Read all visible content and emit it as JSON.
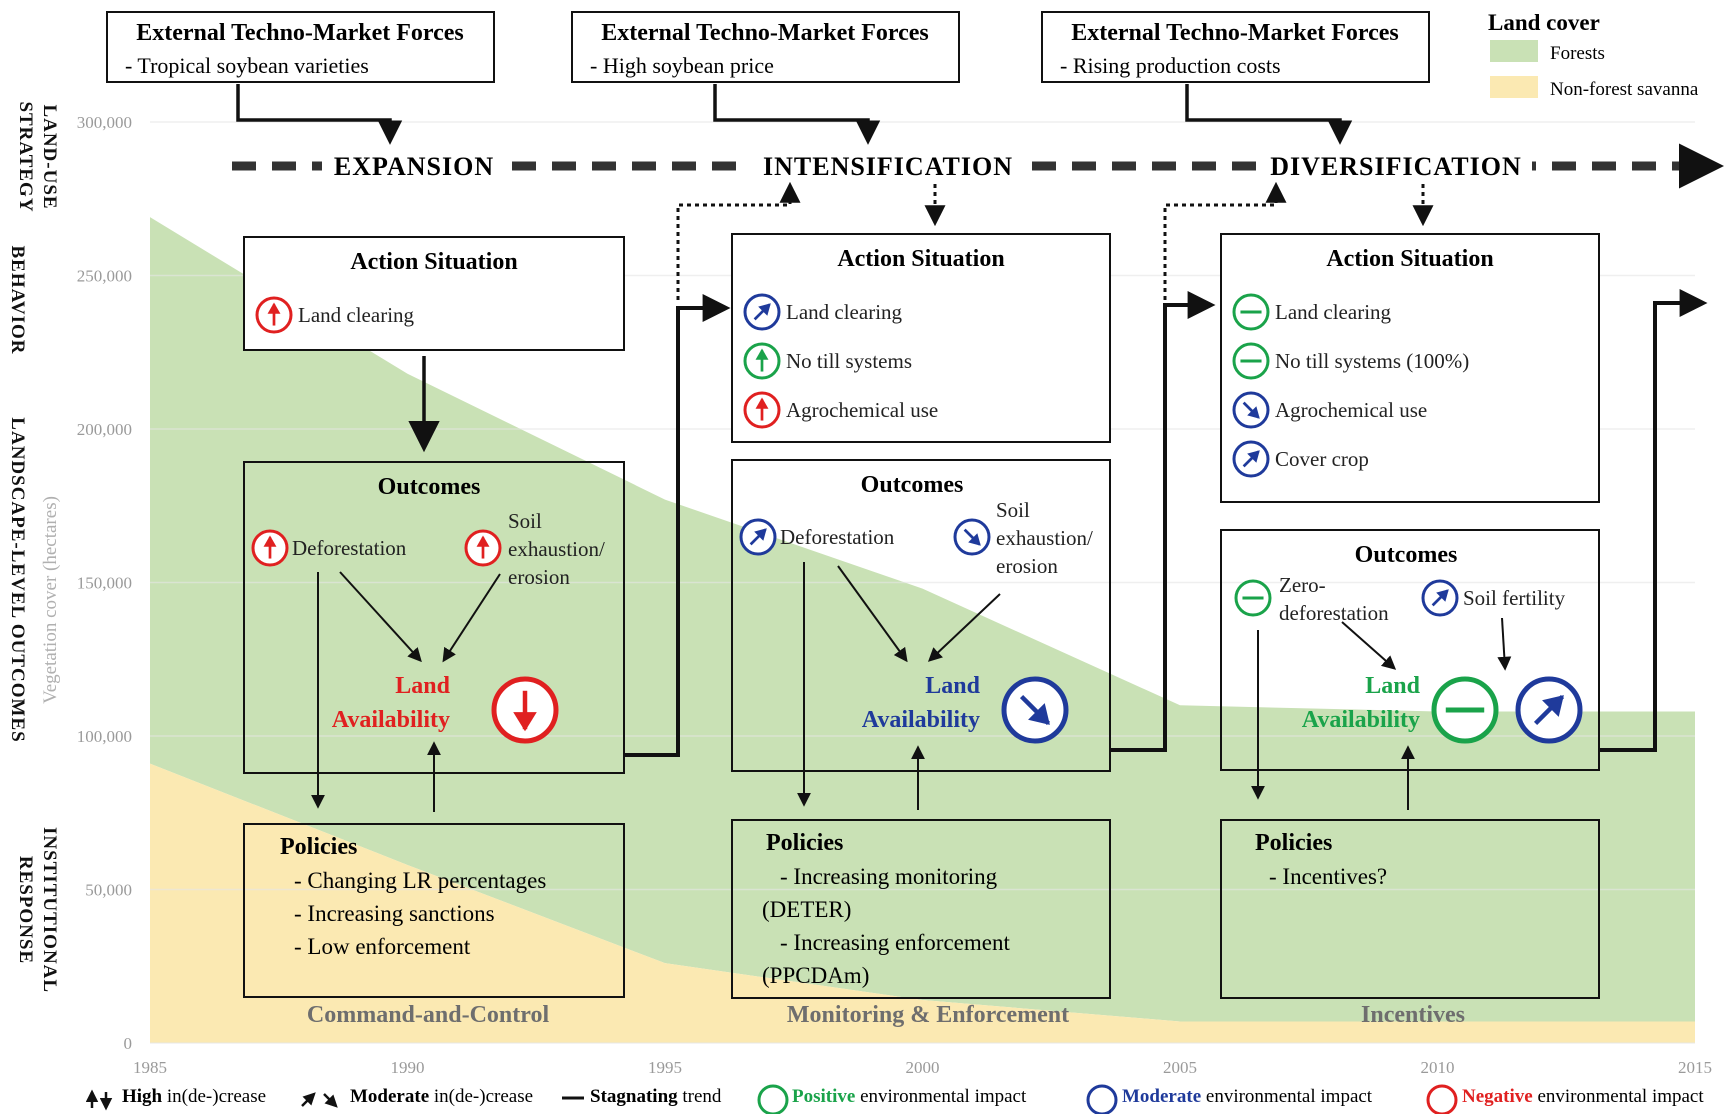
{
  "colors": {
    "forest": "#c9e1b5",
    "savanna": "#fbe9b2",
    "negative": "#e02020",
    "moderate": "#1f3a9b",
    "positive": "#1aa34a",
    "dark": "#111111",
    "tick": "#9a9a9a"
  },
  "chart_data": {
    "type": "area",
    "ylabel": "Vegetation cover (hectares)",
    "xlim": [
      1985,
      2015
    ],
    "ylim": [
      0,
      300000
    ],
    "x_ticks": [
      "1985",
      "1990",
      "1995",
      "2000",
      "2005",
      "2010",
      "2015"
    ],
    "y_ticks": [
      "0",
      "50,000",
      "100,000",
      "150,000",
      "200,000",
      "250,000",
      "300,000"
    ],
    "series": [
      {
        "name": "Non-forest savanna",
        "x": [
          1985,
          1990,
          1995,
          2000,
          2005,
          2010,
          2015
        ],
        "values": [
          91000,
          58000,
          26000,
          14000,
          7000,
          7000,
          7000
        ]
      },
      {
        "name": "Forests",
        "x": [
          1985,
          1990,
          1995,
          2000,
          2005,
          2010,
          2015
        ],
        "values": [
          178000,
          160000,
          151000,
          134000,
          103000,
          101000,
          101000
        ]
      }
    ],
    "legend_title": "Land cover",
    "legend": [
      "Forests",
      "Non-forest savanna"
    ]
  },
  "side_labels": {
    "strategy": [
      "LAND-USE",
      "STRATEGY"
    ],
    "behavior": "BEHAVIOR",
    "outcomes": "LANDSCAPE-LEVEL OUTCOMES",
    "response": [
      "INSTITUTIONAL",
      "RESPONSE"
    ]
  },
  "forces": [
    {
      "title": "External Techno-Market Forces",
      "sub": "- Tropical soybean varieties"
    },
    {
      "title": "External Techno-Market Forces",
      "sub": "- High soybean price"
    },
    {
      "title": "External Techno-Market Forces",
      "sub": "- Rising production costs"
    }
  ],
  "strategies": [
    "EXPANSION",
    "INTENSIFICATION",
    "DIVERSIFICATION"
  ],
  "phases": [
    {
      "action_title": "Action Situation",
      "actions": [
        {
          "label": "Land clearing",
          "icon": "high-increase-icon",
          "impact": "negative"
        }
      ],
      "outcomes_title": "Outcomes",
      "outcomes": [
        {
          "lines": [
            "Deforestation"
          ],
          "icon": "high-increase-icon",
          "impact": "negative"
        },
        {
          "lines": [
            "Soil",
            "exhaustion/",
            "erosion"
          ],
          "icon": "high-increase-icon",
          "impact": "negative"
        }
      ],
      "land": [
        "Land",
        "Availability"
      ],
      "land_icons": [
        {
          "icon": "high-decrease-icon",
          "impact": "negative"
        }
      ],
      "policies_title": "Policies",
      "policies": [
        "- Changing LR percentages",
        "- Increasing sanctions",
        "- Low enforcement"
      ],
      "instrument": "Command-and-Control"
    },
    {
      "action_title": "Action Situation",
      "actions": [
        {
          "label": "Land clearing",
          "icon": "moderate-increase-icon",
          "impact": "moderate"
        },
        {
          "label": "No till systems",
          "icon": "high-increase-icon",
          "impact": "positive"
        },
        {
          "label": "Agrochemical use",
          "icon": "high-increase-icon",
          "impact": "negative"
        }
      ],
      "outcomes_title": "Outcomes",
      "outcomes": [
        {
          "lines": [
            "Deforestation"
          ],
          "icon": "moderate-increase-icon",
          "impact": "moderate"
        },
        {
          "lines": [
            "Soil",
            "exhaustion/",
            "erosion"
          ],
          "icon": "moderate-decrease-icon",
          "impact": "moderate"
        }
      ],
      "land": [
        "Land",
        "Availability"
      ],
      "land_icons": [
        {
          "icon": "moderate-decrease-icon",
          "impact": "moderate"
        }
      ],
      "policies_title": "Policies",
      "policies": [
        "- Increasing monitoring",
        "(DETER)",
        "- Increasing enforcement",
        "(PPCDAm)"
      ],
      "instrument": "Monitoring & Enforcement"
    },
    {
      "action_title": "Action Situation",
      "actions": [
        {
          "label": "Land clearing",
          "icon": "stagnating-icon",
          "impact": "positive"
        },
        {
          "label": "No till systems (100%)",
          "icon": "stagnating-icon",
          "impact": "positive"
        },
        {
          "label": "Agrochemical use",
          "icon": "moderate-decrease-icon",
          "impact": "moderate"
        },
        {
          "label": "Cover crop",
          "icon": "moderate-increase-icon",
          "impact": "moderate"
        }
      ],
      "outcomes_title": "Outcomes",
      "outcomes": [
        {
          "lines": [
            "Zero-",
            "deforestation"
          ],
          "icon": "stagnating-icon",
          "impact": "positive"
        },
        {
          "lines": [
            "Soil fertility"
          ],
          "icon": "moderate-increase-icon",
          "impact": "moderate"
        }
      ],
      "land": [
        "Land",
        "Availability"
      ],
      "land_icons": [
        {
          "icon": "stagnating-icon",
          "impact": "positive"
        },
        {
          "icon": "moderate-increase-icon",
          "impact": "moderate"
        }
      ],
      "policies_title": "Policies",
      "policies": [
        "- Incentives?"
      ],
      "instrument": "Incentives"
    }
  ],
  "bottom_legend": {
    "high": {
      "bold": "High",
      "rest": " in(de-)crease"
    },
    "moderate": {
      "bold": "Moderate",
      "rest": " in(de-)crease"
    },
    "stagnating": {
      "bold": "Stagnating",
      "rest": " trend"
    },
    "positive": {
      "bold": "Positive",
      "rest": " environmental impact"
    },
    "moderate_impact": {
      "bold": "Moderate",
      "rest": " environmental impact"
    },
    "negative": {
      "bold": "Negative",
      "rest": " environmental impact"
    }
  }
}
